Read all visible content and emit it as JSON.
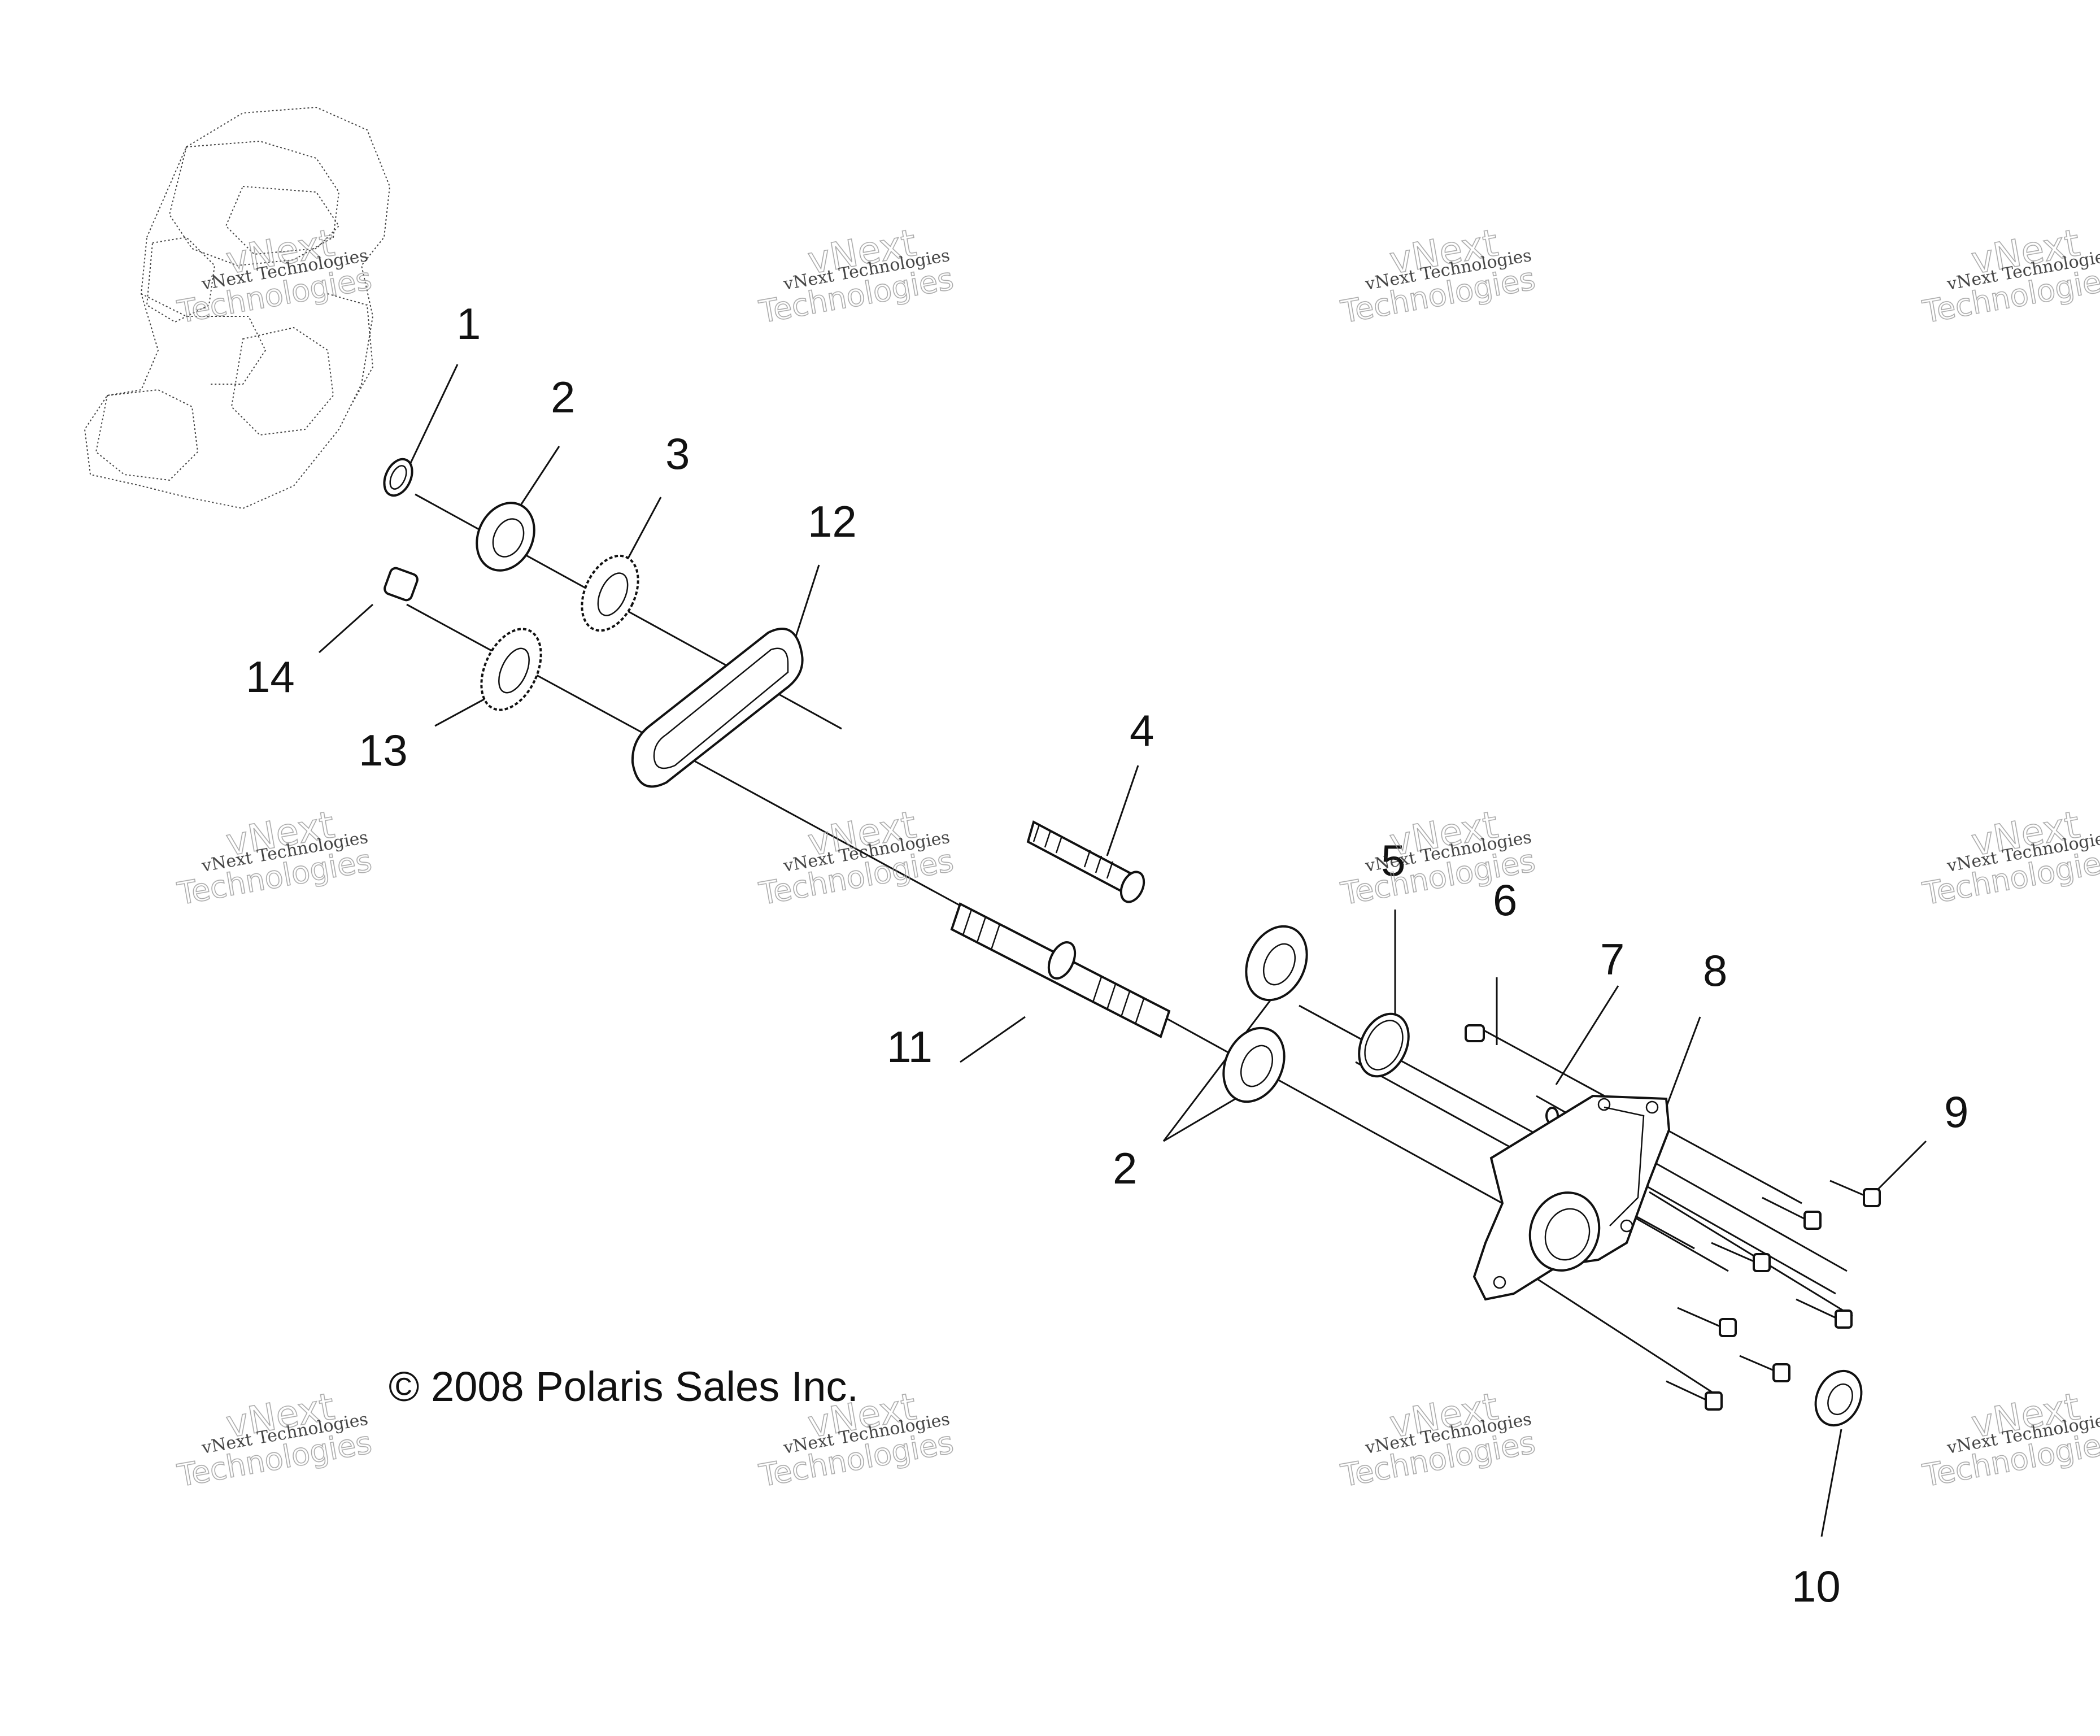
{
  "callouts": {
    "c1": "1",
    "c2a": "2",
    "c3": "3",
    "c12": "12",
    "c14": "14",
    "c13": "13",
    "c4": "4",
    "c5": "5",
    "c6": "6",
    "c7": "7",
    "c8": "8",
    "c9": "9",
    "c11": "11",
    "c2b": "2",
    "c10": "10"
  },
  "copyright": "© 2008 Polaris Sales Inc.",
  "watermark": {
    "line1": "vNext Technologies",
    "line2": "vNext",
    "line3": "Technologies"
  }
}
